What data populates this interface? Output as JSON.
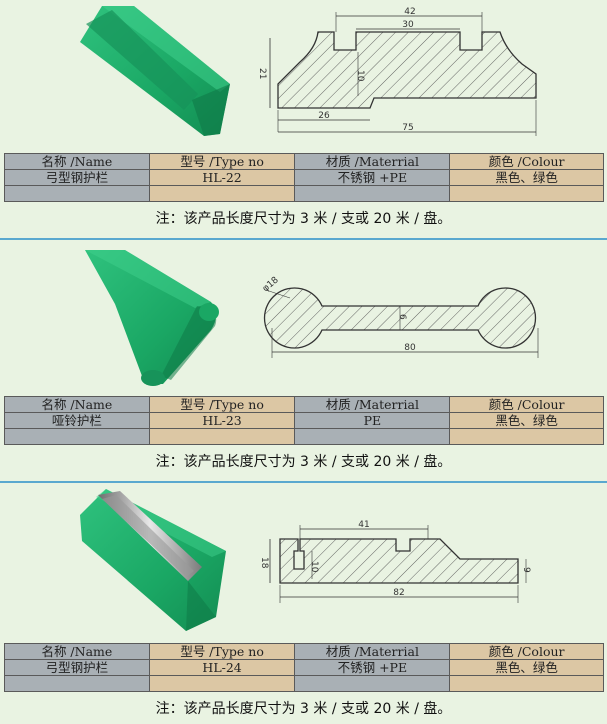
{
  "headers": [
    "名称 /Name",
    "型号 /Type no",
    "材质 /Materrial",
    "颜色 /Colour"
  ],
  "products": [
    {
      "name": "弓型钢护栏",
      "type_no": "HL-22",
      "material": "不锈钢 +PE",
      "colour": "黑色、绿色",
      "dims": {
        "a": "42",
        "b": "30",
        "c": "21",
        "d": "10",
        "e": "26",
        "f": "75"
      }
    },
    {
      "name": "哑铃护栏",
      "type_no": "HL-23",
      "material": "PE",
      "colour": "黑色、绿色",
      "dims": {
        "a": "φ18",
        "b": "6",
        "c": "80"
      }
    },
    {
      "name": "弓型钢护栏",
      "type_no": "HL-24",
      "material": "不锈钢 +PE",
      "colour": "黑色、绿色",
      "dims": {
        "a": "41",
        "b": "18",
        "c": "10",
        "d": "9",
        "e": "82"
      }
    }
  ],
  "note": "注：该产品长度尺寸为 3 米 / 支或 20 米 / 盘。",
  "colors": {
    "product_green": "#1fae6a",
    "rule_blue": "#5aa8cf",
    "background": "#e9f3e2"
  }
}
